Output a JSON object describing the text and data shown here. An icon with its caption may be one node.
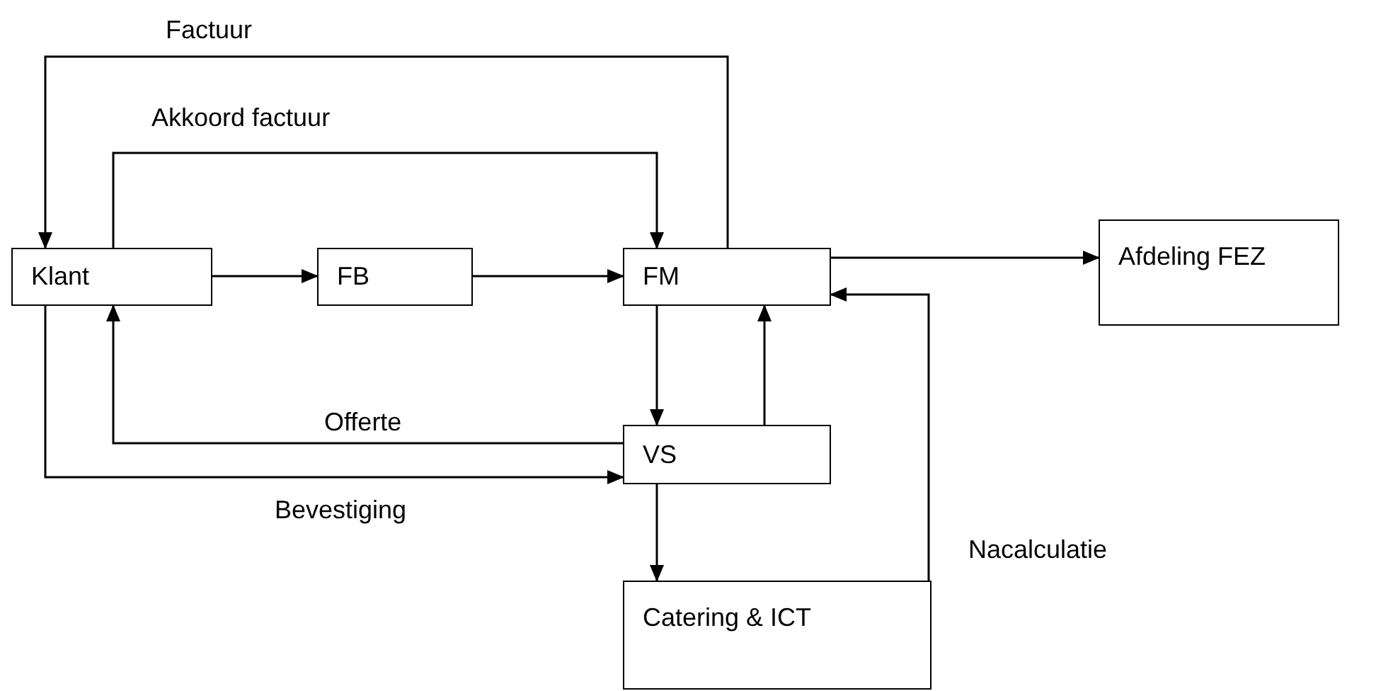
{
  "diagram": {
    "nodes": [
      {
        "text": [
          "Klant"
        ]
      },
      {
        "text": [
          "FB"
        ]
      },
      {
        "text": [
          "FM"
        ]
      },
      {
        "text": [
          "Afdeling FEZ"
        ]
      },
      {
        "text": [
          "VS"
        ]
      },
      {
        "text": [
          "Catering & ICT"
        ]
      }
    ],
    "edges": [
      {
        "from": 0,
        "to": 1,
        "arrow": "to"
      },
      {
        "from": 1,
        "to": 2,
        "arrow": "to"
      },
      {
        "from": 2,
        "to": 3,
        "arrow": "to"
      },
      {
        "from": 2,
        "to": 0,
        "arrow": "to",
        "label": "Factuur"
      },
      {
        "from": 0,
        "to": 2,
        "arrow": "to",
        "label": "Akkoord factuur"
      },
      {
        "from": 2,
        "to": 4,
        "arrow": "to"
      },
      {
        "from": 4,
        "to": 2,
        "arrow": "to"
      },
      {
        "from": 4,
        "to": 0,
        "arrow": "to",
        "label": "Offerte"
      },
      {
        "from": 0,
        "to": 4,
        "arrow": "to",
        "label": "Bevestiging"
      },
      {
        "from": 4,
        "to": 5,
        "arrow": "to"
      },
      {
        "from": 5,
        "to": 2,
        "arrow": "to",
        "label": "Nacalculatie"
      }
    ]
  }
}
